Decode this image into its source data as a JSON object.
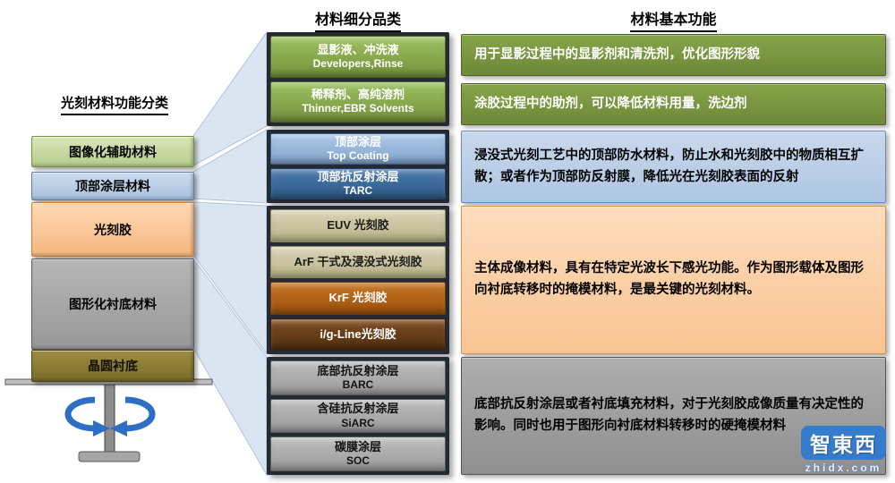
{
  "headings": {
    "left": "光刻材料功能分类",
    "middle": "材料细分品类",
    "right": "材料基本功能"
  },
  "left_stack": [
    {
      "label": "图像化辅助材料"
    },
    {
      "label": "顶部涂层材料"
    },
    {
      "label": "光刻胶"
    },
    {
      "label": "图形化衬底材料"
    },
    {
      "label": "晶圆衬底"
    }
  ],
  "middle_groups": {
    "aux": {
      "items": [
        {
          "line1": "显影液、冲洗液",
          "line2": "Developers,Rinse"
        },
        {
          "line1": "稀释剂、高纯溶剂",
          "line2": "Thinner,EBR Solvents"
        }
      ]
    },
    "topcoat": {
      "items": [
        {
          "line1": "顶部涂层",
          "line2": "Top Coating"
        },
        {
          "line1": "顶部抗反射涂层",
          "line2": "TARC"
        }
      ]
    },
    "resist": {
      "items": [
        {
          "line1": "EUV 光刻胶"
        },
        {
          "line1": "ArF 干式及浸没式光刻胶"
        },
        {
          "line1": "KrF 光刻胶"
        },
        {
          "line1": "i/g-Line光刻胶"
        }
      ]
    },
    "barc": {
      "items": [
        {
          "line1": "底部抗反射涂层",
          "line2": "BARC"
        },
        {
          "line1": "含硅抗反射涂层",
          "line2": "SiARC"
        },
        {
          "line1": "碳膜涂层",
          "line2": "SOC"
        }
      ]
    }
  },
  "right_boxes": [
    {
      "text": "用于显影过程中的显影剂和清洗剂，优化图形形貌"
    },
    {
      "text": "涂胶过程中的助剂，可以降低材料用量，洗边剂"
    },
    {
      "text": "浸没式光刻工艺中的顶部防水材料，防止水和光刻胶中的物质相互扩散；或者作为顶部防反射膜，降低光在光刻胶表面的反射"
    },
    {
      "text": "主体成像材料，具有在特定光波长下感光功能。作为图形载体及图形向衬底转移时的掩模材料，是最关键的光刻材料。"
    },
    {
      "text": "底部抗反射涂层或者衬底填充材料，对于光刻胶成像质量有决定性的影响。同时也用于图形向衬底材料转移时的硬掩模材料"
    }
  ],
  "colors": {
    "green_dark": "#76923c",
    "green_light": "#c3d69b",
    "blue_light": "#b9cde5",
    "blue_dark": "#376092",
    "orange_light": "#fbd0a2",
    "tan": "#c4bd97",
    "krf_brown": "#b45f06",
    "dark_brown": "#5f3210",
    "gray": "#a6a6a6",
    "olive": "#8b7c33",
    "connector_fill": "#dbe5f1",
    "arrow_blue": "#2c6fc4",
    "watermark_blue": "#2f7ad1"
  },
  "watermark": {
    "logo": "智東西",
    "domain": "zhidx.com"
  }
}
